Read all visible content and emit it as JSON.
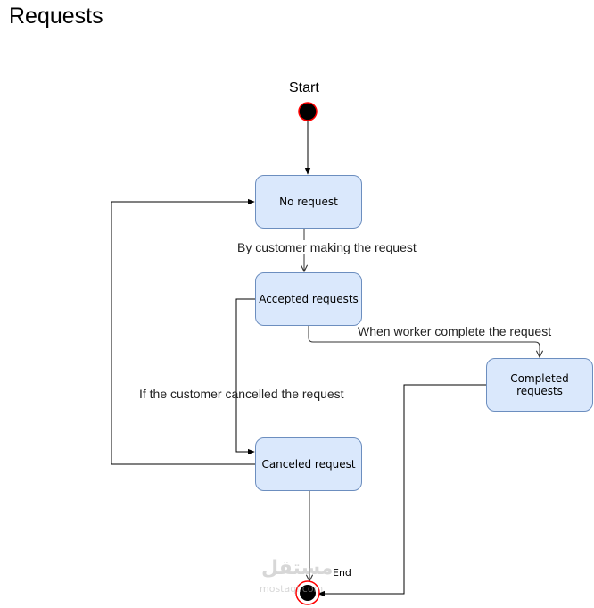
{
  "title": "Requests",
  "start_label": "Start",
  "end_label": "End",
  "states": {
    "no_request": "No request",
    "accepted": "Accepted requests",
    "completed": "Completed requests",
    "canceled": "Canceled request"
  },
  "transitions": {
    "make_request": "By customer making the request",
    "worker_complete": "When worker complete the request",
    "customer_cancel": "If the customer cancelled the request"
  },
  "watermark": {
    "arabic": "مستقل",
    "latin": "mostaql.com"
  },
  "colors": {
    "state_fill": "#dae8fc",
    "state_border": "#6c8ebf",
    "node_border": "#ff0000"
  }
}
